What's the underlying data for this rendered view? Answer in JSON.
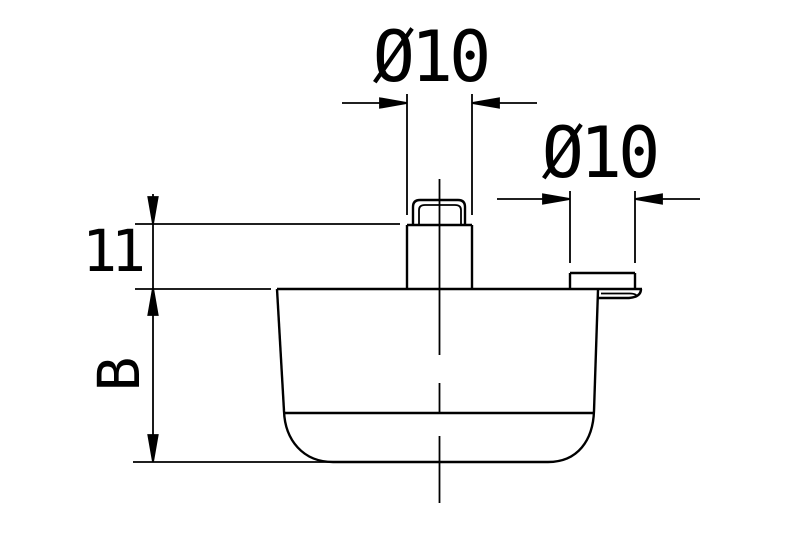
{
  "drawing": {
    "type": "engineering-dimension-drawing",
    "view": "side-section-view-of-cup-shaped-part-with-stem",
    "colors": {
      "background": "#ffffff",
      "line": "#000000",
      "text": "#000000"
    },
    "labels": {
      "stem_diameter": "Ø10",
      "pad_diameter": "Ø10",
      "stem_height": "11",
      "body_height": "B"
    }
  }
}
